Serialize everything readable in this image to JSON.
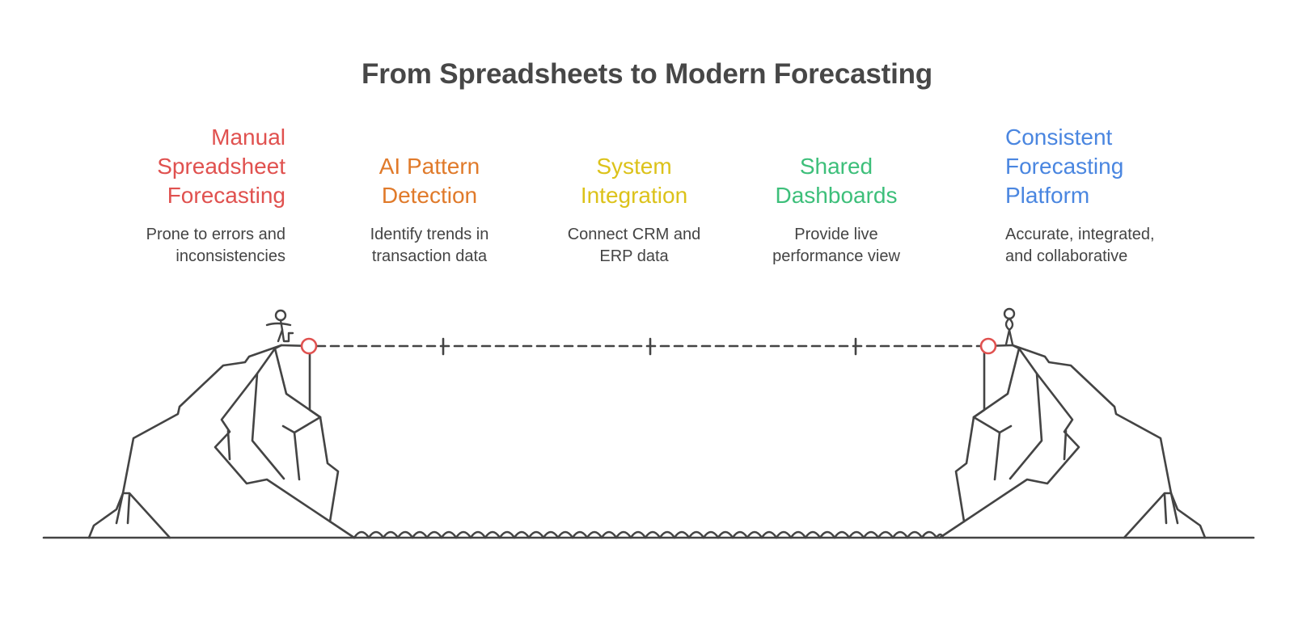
{
  "title": "From Spreadsheets to Modern Forecasting",
  "colors": {
    "ink": "#444444",
    "red": "#e0514f",
    "orange": "#e07a2a",
    "yellow": "#dcc21a",
    "green": "#3dbf7a",
    "blue": "#4a86e0"
  },
  "stages": [
    {
      "title": "Manual\nSpreadsheet\nForecasting",
      "desc": "Prone to errors and\ninconsistencies",
      "color": "#e0514f"
    },
    {
      "title": "AI Pattern\nDetection",
      "desc": "Identify trends in\ntransaction data",
      "color": "#e07a2a"
    },
    {
      "title": "System\nIntegration",
      "desc": "Connect CRM and\nERP data",
      "color": "#dcc21a"
    },
    {
      "title": "Shared\nDashboards",
      "desc": "Provide live\nperformance view",
      "color": "#3dbf7a"
    },
    {
      "title": "Consistent\nForecasting\nPlatform",
      "desc": "Accurate, integrated,\nand collaborative",
      "color": "#4a86e0"
    }
  ],
  "icons": {
    "start_person": "person-sitting-icon",
    "end_person": "person-standing-icon",
    "left_cliff": "cliff-icon",
    "right_cliff": "cliff-icon",
    "water": "water-waves-icon"
  }
}
